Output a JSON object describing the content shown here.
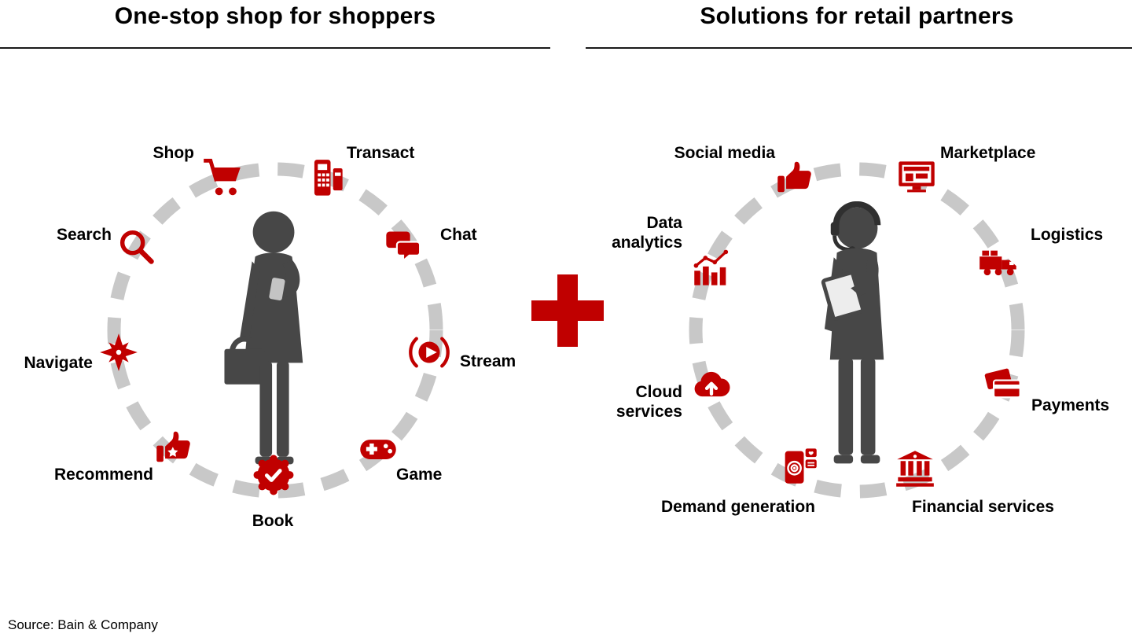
{
  "header": {
    "left_title": "One-stop shop for shoppers",
    "right_title": "Solutions for retail partners"
  },
  "left_circle": {
    "figure": "shopper-with-phone-and-bag",
    "items": [
      {
        "label": "Shop",
        "icon": "shopping-cart"
      },
      {
        "label": "Transact",
        "icon": "pos-terminal"
      },
      {
        "label": "Chat",
        "icon": "chat-bubbles"
      },
      {
        "label": "Stream",
        "icon": "play-stream"
      },
      {
        "label": "Game",
        "icon": "game-controller"
      },
      {
        "label": "Book",
        "icon": "badge-check"
      },
      {
        "label": "Recommend",
        "icon": "thumbs-up-star"
      },
      {
        "label": "Navigate",
        "icon": "compass-star"
      },
      {
        "label": "Search",
        "icon": "magnifier"
      }
    ]
  },
  "right_circle": {
    "figure": "support-agent-with-tablet",
    "items": [
      {
        "label": "Social media",
        "icon": "thumbs-up"
      },
      {
        "label": "Marketplace",
        "icon": "storefront-monitor"
      },
      {
        "label": "Logistics",
        "icon": "delivery-truck"
      },
      {
        "label": "Payments",
        "icon": "credit-cards"
      },
      {
        "label": "Financial services",
        "icon": "bank"
      },
      {
        "label": "Demand generation",
        "icon": "phone-target"
      },
      {
        "label": "Cloud services",
        "icon": "cloud-upload"
      },
      {
        "label": "Data analytics",
        "icon": "bar-chart-trend"
      }
    ]
  },
  "plus_sign": "+",
  "source": "Source: Bain & Company",
  "colors": {
    "accent": "#c00000",
    "figure": "#474747",
    "ring": "#c8c8c8",
    "title": "#000000"
  }
}
